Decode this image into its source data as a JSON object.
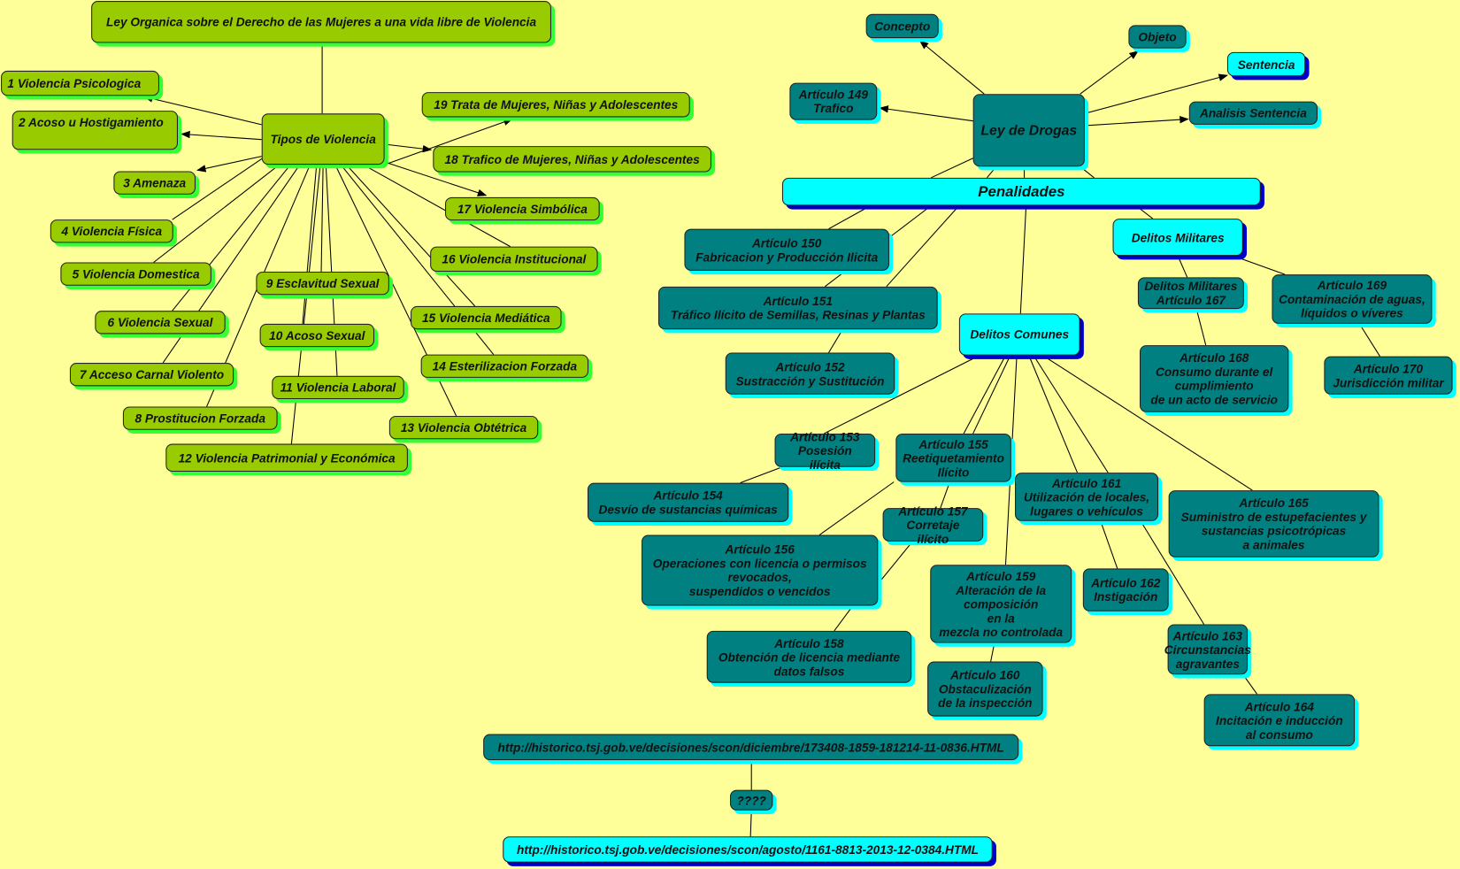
{
  "colors": {
    "background": "#ffff99",
    "green_node": "#99cc00",
    "green_shadow": "#33ff33",
    "teal_node": "#008080",
    "teal_shadow": "#00ffff",
    "cyan_node": "#00ffff",
    "cyan_shadow": "#0000cc"
  },
  "violencia_map": {
    "title": "Ley Organica sobre el Derecho de las Mujeres a una vida libre de Violencia",
    "center": "Tipos de Violencia",
    "types": [
      "1 Violencia Psicologica",
      "2 Acoso u Hostigamiento",
      "3 Amenaza",
      "4 Violencia Física",
      "5 Violencia Domestica",
      "6 Violencia Sexual",
      "7 Acceso Carnal Violento",
      "8 Prostitucion Forzada",
      "9 Esclavitud Sexual",
      "10 Acoso Sexual",
      "11 Violencia Laboral",
      "12 Violencia Patrimonial y Económica",
      "13 Violencia Obtétrica",
      "14 Esterilizacion Forzada",
      "15 Violencia Mediática",
      "16 Violencia Institucional",
      "17 Violencia Simbólica",
      "18 Trafico de Mujeres, Niñas y Adolescentes",
      "19 Trata de Mujeres, Niñas y Adolescentes"
    ]
  },
  "drogas_map": {
    "center": "Ley de Drogas",
    "concepto": "Concepto",
    "objeto": "Objeto",
    "sentencia": "Sentencia",
    "analisis": "Analisis Sentencia",
    "art149": "Artículo 149\nTrafico",
    "penalidades": "Penalidades",
    "art150": "Artículo 150\nFabricacion y Producción Ilicita",
    "art151": "Artículo 151\nTráfico Ilícito de Semillas, Resinas y Plantas",
    "art152": "Artículo 152\nSustracción y Sustitución",
    "delitos_comunes": "Delitos Comunes",
    "delitos_militares": "Delitos Militares",
    "art167": "Delitos Militares\nArtículo 167",
    "art168": "Artículo 168\nConsumo durante el\ncumplimiento\nde un acto de servicio",
    "art169": "Artículo 169\nContaminación de aguas,\nlíquidos o víveres",
    "art170": "Artículo 170\nJurisdicción militar",
    "art153": "Artículo 153\nPosesión ilícita",
    "art154": "Artículo 154\nDesvío de sustancias químicas",
    "art155": "Artículo 155\nReetiquetamiento\nIlícito",
    "art156": "Artículo 156\nOperaciones con licencia o permisos\nrevocados,\nsuspendidos o vencidos",
    "art157": "Artículo 157\nCorretaje ilícito",
    "art158": "Artículo 158\nObtención de licencia mediante\ndatos falsos",
    "art159": "Artículo 159\nAlteración de la\ncomposición\nen la\nmezcla no controlada",
    "art160": "Artículo 160\nObstaculización\nde la inspección",
    "art161": "Artículo 161\nUtilización de locales,\nlugares o vehículos",
    "art162": "Artículo 162\nInstigación",
    "art163": "Artículo 163\nCircunstancias\nagravantes",
    "art164": "Artículo 164\nIncitación e inducción\nal consumo",
    "art165": "Artículo 165\nSuministro de estupefacientes y\nsustancias psicotrópicas\na animales"
  },
  "links": {
    "url1": "http://historico.tsj.gob.ve/decisiones/scon/diciembre/173408-1859-181214-11-0836.HTML",
    "question": "????",
    "url2": "http://historico.tsj.gob.ve/decisiones/scon/agosto/1161-8813-2013-12-0384.HTML"
  }
}
